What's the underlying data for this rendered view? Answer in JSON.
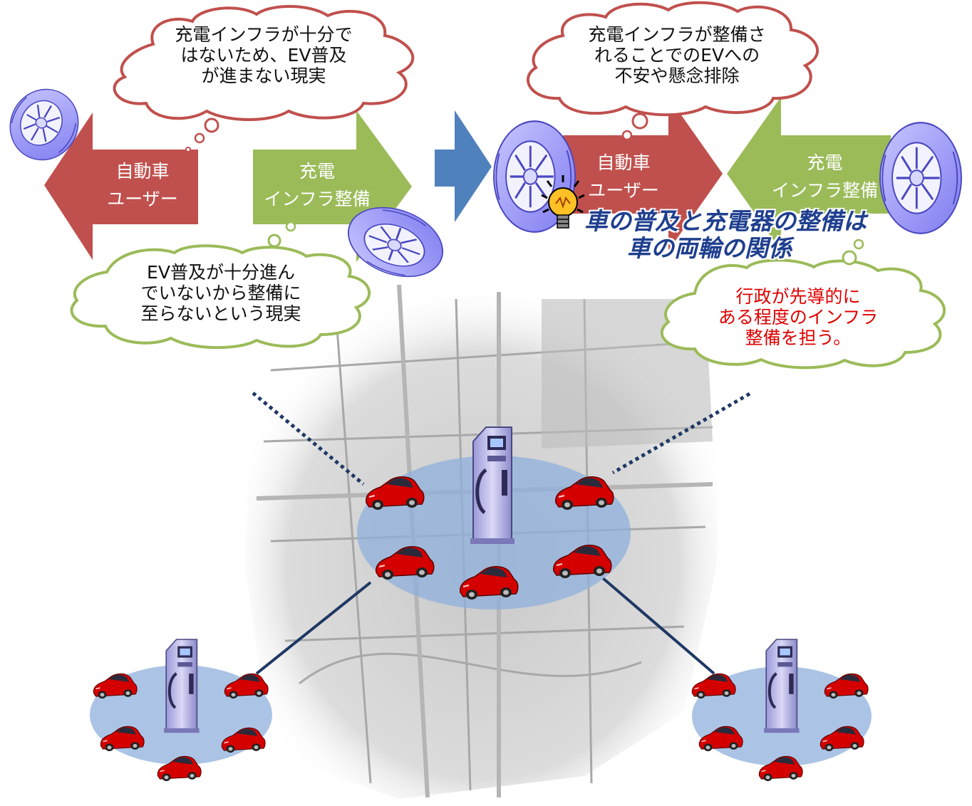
{
  "colors": {
    "red_arrow": "#c0504d",
    "green_arrow": "#9bbb59",
    "blue_arrow": "#4f81bd",
    "cloud_border_red": "#c0504d",
    "cloud_border_green": "#9bbb59",
    "headline": "#1f3f8f",
    "emphasis": "#e00000",
    "car": "#d40000",
    "zone": "#8fb0dc",
    "dotted_line": "#1f3864"
  },
  "left_panel": {
    "cloud_top": [
      "充電インフラが十分で",
      "はないため、EV普及",
      "が進まない現実"
    ],
    "cloud_bottom": [
      "EV普及が十分進ん",
      "でいないから整備に",
      "至らないという現実"
    ],
    "arrow_user": [
      "自動車",
      "ユーザー"
    ],
    "arrow_infra": [
      "充電",
      "インフラ整備"
    ]
  },
  "right_panel": {
    "cloud_top": [
      "充電インフラが整備さ",
      "れることでのEVへの",
      "不安や懸念排除"
    ],
    "cloud_bottom": [
      "行政が先導的に",
      "ある程度のインフラ",
      "整備を担う。"
    ],
    "arrow_user": [
      "自動車",
      "ユーザー"
    ],
    "arrow_infra": [
      "充電",
      "インフラ整備"
    ],
    "headline": [
      "車の普及と充電器の整備は",
      "車の両輪の関係"
    ]
  },
  "icons": [
    "tire-icon",
    "lightbulb-icon",
    "charging-station-icon",
    "car-icon"
  ]
}
